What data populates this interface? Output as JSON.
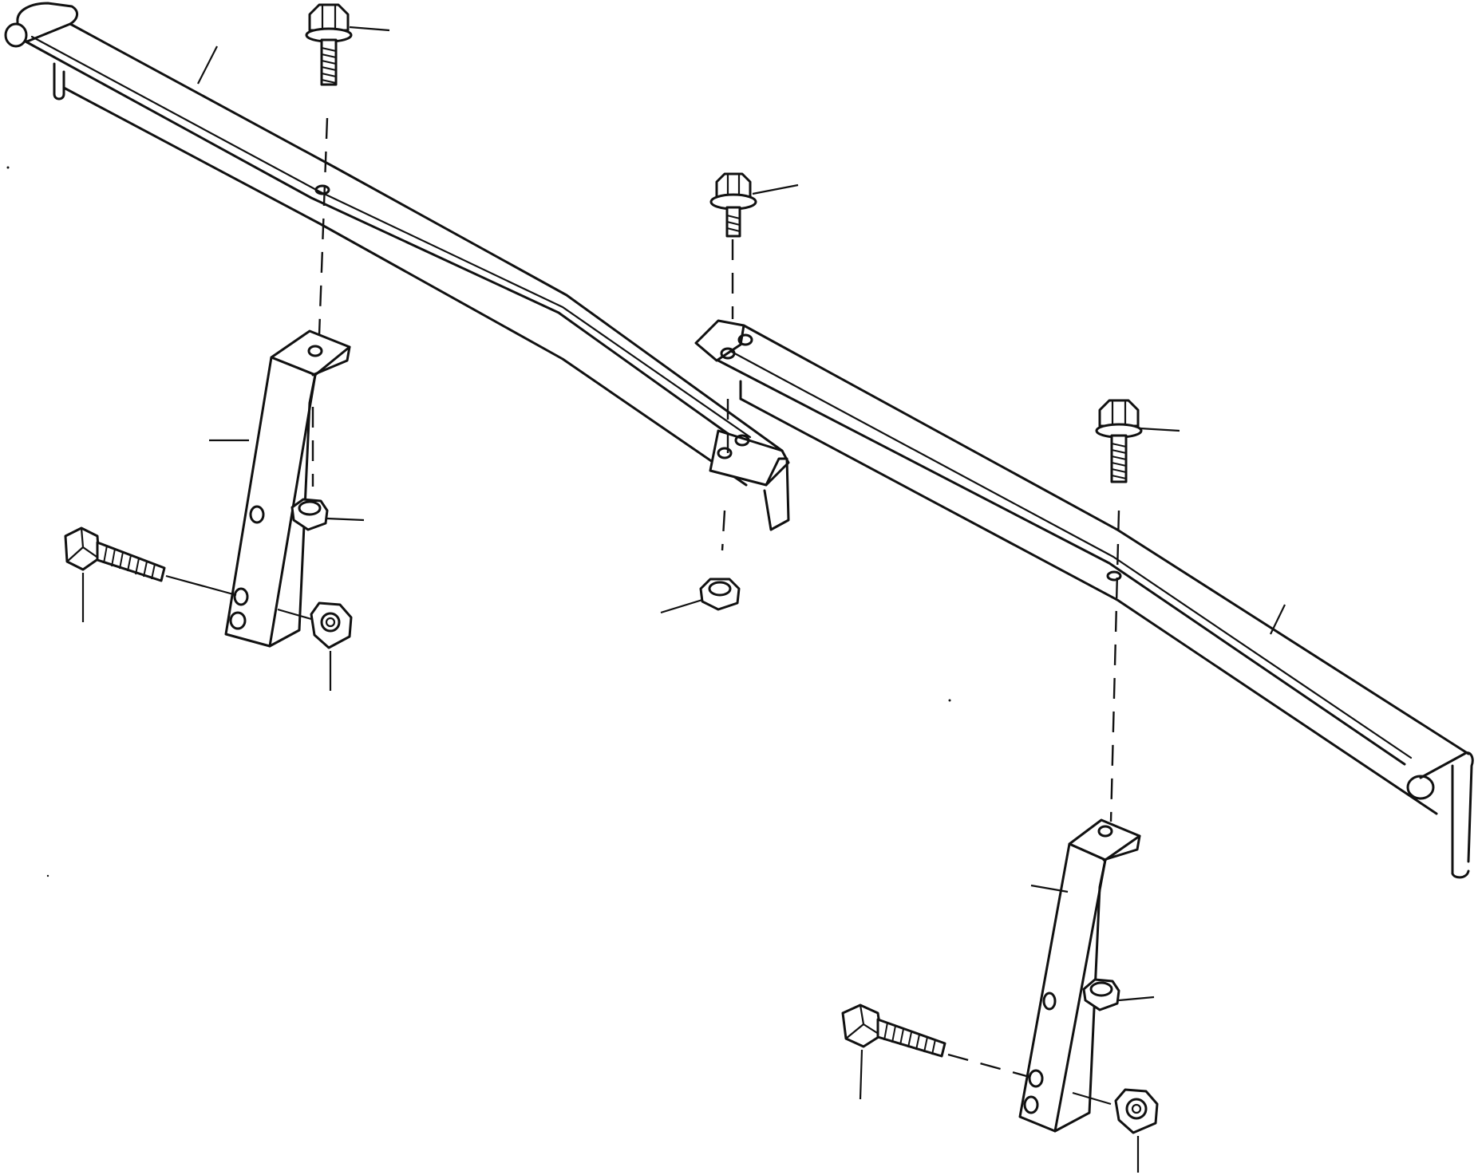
{
  "diagram": {
    "type": "exploded-parts-view",
    "background": "#ffffff",
    "line_color": "#111111",
    "parts": [
      {
        "id": "support-bar-left",
        "label": ""
      },
      {
        "id": "support-bar-right",
        "label": ""
      },
      {
        "id": "bracket-left",
        "label": ""
      },
      {
        "id": "bracket-right",
        "label": ""
      },
      {
        "id": "flange-bolt-top-left",
        "label": ""
      },
      {
        "id": "flange-bolt-top-center",
        "label": ""
      },
      {
        "id": "flange-bolt-right",
        "label": ""
      },
      {
        "id": "hex-bolt-left",
        "label": ""
      },
      {
        "id": "hex-bolt-right",
        "label": ""
      },
      {
        "id": "nut-left-upper",
        "label": ""
      },
      {
        "id": "nut-left-lower",
        "label": ""
      },
      {
        "id": "nut-center",
        "label": ""
      },
      {
        "id": "nut-right-upper",
        "label": ""
      },
      {
        "id": "nut-right-lower",
        "label": ""
      }
    ]
  }
}
